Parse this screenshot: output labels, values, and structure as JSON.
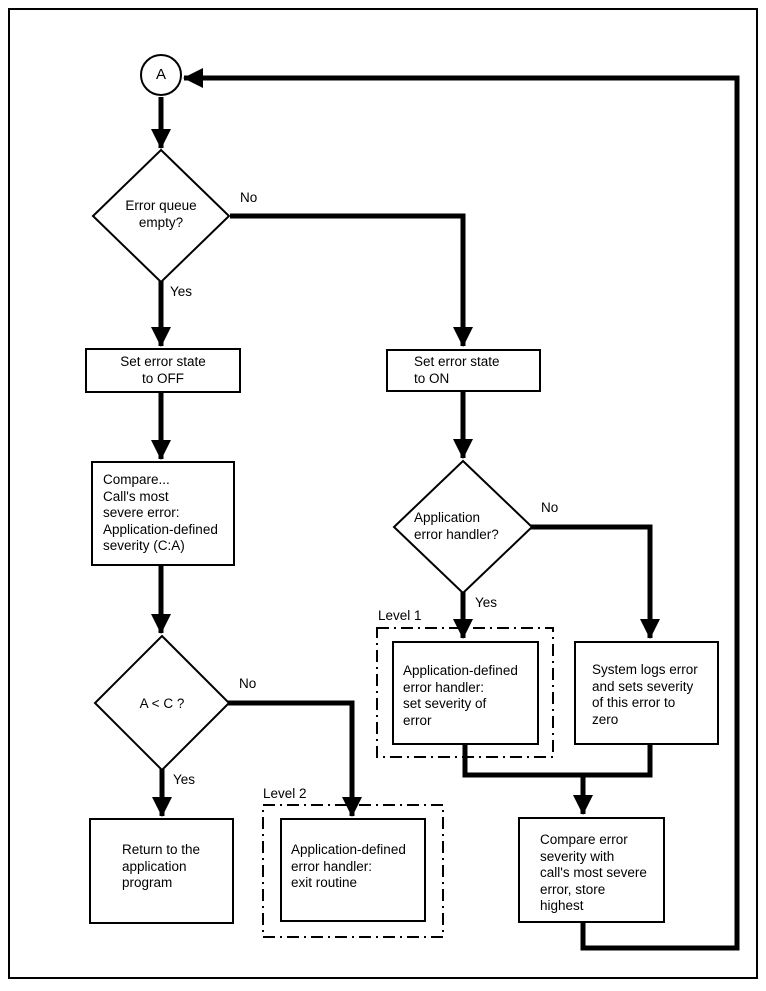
{
  "diagram": {
    "connector": {
      "label": "A"
    },
    "decisions": {
      "error_queue": {
        "text": "Error queue\nempty?",
        "yes": "Yes",
        "no": "No"
      },
      "a_less_c": {
        "text": "A < C ?",
        "yes": "Yes",
        "no": "No"
      },
      "app_handler": {
        "text": "Application\nerror handler?",
        "yes": "Yes",
        "no": "No"
      }
    },
    "boxes": {
      "set_off": "Set error state\nto OFF",
      "set_on": "Set error state\nto ON",
      "compare_ca": "Compare...\nCall's most\nsevere error:\nApplication-defined\nseverity (C:A)",
      "return_program": "Return to the\napplication\nprogram",
      "exit_routine": "Application-defined\nerror handler:\nexit routine",
      "set_severity": "Application-defined\nerror handler:\nset severity of\nerror",
      "system_logs": "System logs error\nand sets severity\nof this error to\nzero",
      "compare_severity": "Compare error\nseverity with\ncall's most severe\nerror, store\nhighest"
    },
    "groups": {
      "level1": "Level 1",
      "level2": "Level 2"
    },
    "colors": {
      "line": "#000000",
      "background": "#ffffff"
    }
  }
}
